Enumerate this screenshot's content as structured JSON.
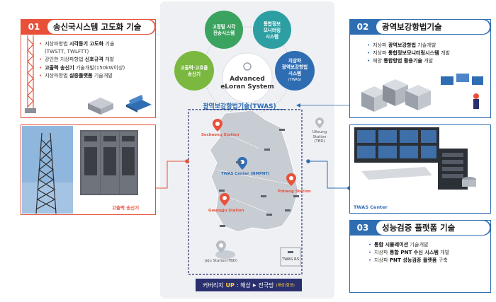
{
  "center": {
    "petals": [
      {
        "label_lines": [
          "고정밀 시각",
          "전송시스템"
        ],
        "color": "#3aa35f"
      },
      {
        "label_lines": [
          "통합정보",
          "모니터링",
          "시스템"
        ],
        "color": "#2d9fa3"
      },
      {
        "label_lines": [
          "지상파",
          "광역보강항법",
          "시스템"
        ],
        "sub": "(TWAS)",
        "color": "#2f6db3"
      },
      {
        "label_lines": [
          "고출력·고효율",
          "송신기"
        ],
        "color": "#7ab83f"
      }
    ],
    "core_title_1": "Advanced",
    "core_title_2": "eLoran System",
    "map_title": "광역보강항법기술(TWAS)",
    "stations": {
      "socheong": "Socheong Station",
      "twas_center": "TWAS Center (NMPNT)",
      "pohang": "Pohang Station",
      "gwangju": "Gwangju Station",
      "ulleung_1": "Ulleung",
      "ulleung_2": "Station",
      "ulleung_3": "(TBD)",
      "jeju": "Jeju Station(TBD)",
      "twas_rs": "TWAS RS"
    },
    "bottom": {
      "part1": "커버리지",
      "up": "UP",
      "sep": ": 해상",
      "arrow": "▶",
      "part2": "전국망",
      "part3": "(해상/항공)"
    }
  },
  "section1": {
    "num": "01",
    "title": "송신국시스템 고도화 기술",
    "bullets": [
      {
        "pre": "지상파항법 ",
        "bold": "시각동기 고도화",
        "post": " 기술"
      },
      {
        "pre": "(TWSTT, TWLFTT)",
        "bold": "",
        "post": "",
        "indent": true
      },
      {
        "pre": "강인한 지상파항법 ",
        "bold": "신호규격",
        "post": " 개발"
      },
      {
        "pre": "",
        "bold": "고출력 송신기",
        "post": " 기술개발(150kW이상)"
      },
      {
        "pre": "지상파항법 ",
        "bold": "실증플랫폼",
        "post": " 기술개발"
      }
    ],
    "photo_caption": "고출력 송신기"
  },
  "section2": {
    "num": "02",
    "title": "광역보강항법기술",
    "bullets": [
      {
        "pre": "지상파 ",
        "bold": "광역보강항법",
        "post": " 기술개발"
      },
      {
        "pre": "지상파 ",
        "bold": "통합정보모니터링시스템",
        "post": " 개발"
      },
      {
        "pre": "해양 ",
        "bold": "통합항법 활용기술",
        "post": " 개발"
      }
    ],
    "photo_caption": "TWAS Center"
  },
  "section3": {
    "num": "03",
    "title": "성능검증 플랫폼 기술",
    "bullets": [
      {
        "pre": "",
        "bold": "통합 시뮬레이션",
        "post": " 기술개발"
      },
      {
        "pre": "지상파 ",
        "bold": "통합 PNT 수신 시스템",
        "post": " 개발"
      },
      {
        "pre": "지상파 ",
        "bold": "PNT 성능검증 플랫폼",
        "post": " 구축"
      }
    ]
  },
  "colors": {
    "red": "#e8503a",
    "blue": "#2f6db3",
    "navy": "#2a2f6e",
    "yellow": "#ffd23c"
  }
}
